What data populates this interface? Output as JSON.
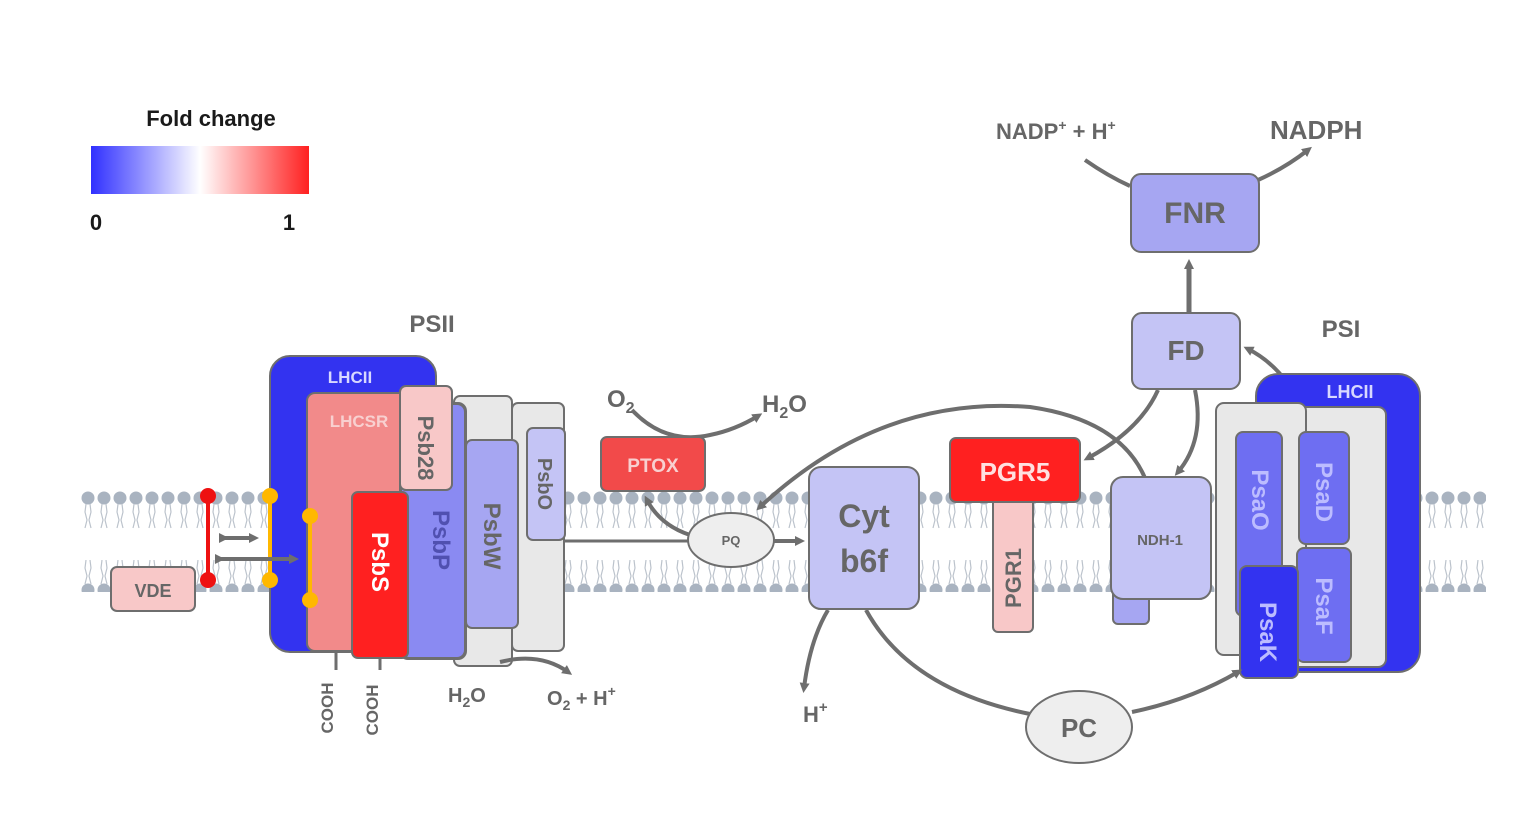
{
  "legend": {
    "title": "Fold change",
    "min_label": "0",
    "max_label": "1",
    "colors": [
      "#3030ff",
      "#ffffff",
      "#ff2020"
    ]
  },
  "complexes": {
    "psii": "PSII",
    "psi": "PSI"
  },
  "proteins": {
    "lhcii_psii": "LHCII",
    "lhcsr": "LHCSR",
    "psb28": "Psb28",
    "psbs": "PsbS",
    "psbp": "PsbP",
    "psbw": "PsbW",
    "psbo": "PsbO",
    "vde": "VDE",
    "ptox": "PTOX",
    "pq": "PQ",
    "cyt_line1": "Cyt",
    "cyt_line2": "b6f",
    "pgr5": "PGR5",
    "pgr1": "PGR1",
    "ndh1": "NDH-1",
    "fd": "FD",
    "fnr": "FNR",
    "lhcii_psi": "LHCII",
    "psao": "PsaO",
    "psad": "PsaD",
    "psaf": "PsaF",
    "psak": "PsaK",
    "pc": "PC"
  },
  "chemicals": {
    "o2": "O",
    "o2_sub": "2",
    "h2o_ptox": "H",
    "h2o_ptox_sub": "2",
    "h2o_ptox_tail": "O",
    "h2o_psii": "H",
    "h2o_psii_sub": "2",
    "h2o_psii_tail": "O",
    "o2h_a": "O",
    "o2h_sub": "2",
    "o2h_b": " + H",
    "o2h_sup": "+",
    "h_cyt": "H",
    "h_cyt_sup": "+",
    "nadp": "NADP",
    "nadp_sup": "+",
    "nadp_b": " + H",
    "nadp_b_sup": "+",
    "nadph": "NADPH",
    "cooh1": "COOH",
    "cooh2": "COOH"
  },
  "colors": {
    "strong_blue": "#3333f0",
    "mid_blue": "#6e6ef2",
    "light_blue": "#a6a6f2",
    "pale_blue": "#c4c4f5",
    "strong_red": "#ff2020",
    "mid_red": "#f24a4a",
    "light_red": "#f28a8a",
    "pale_red": "#f8c8c8",
    "grey": "#e8e8e8",
    "outline": "#6e6e6e",
    "arrow": "#6e6e6e"
  }
}
